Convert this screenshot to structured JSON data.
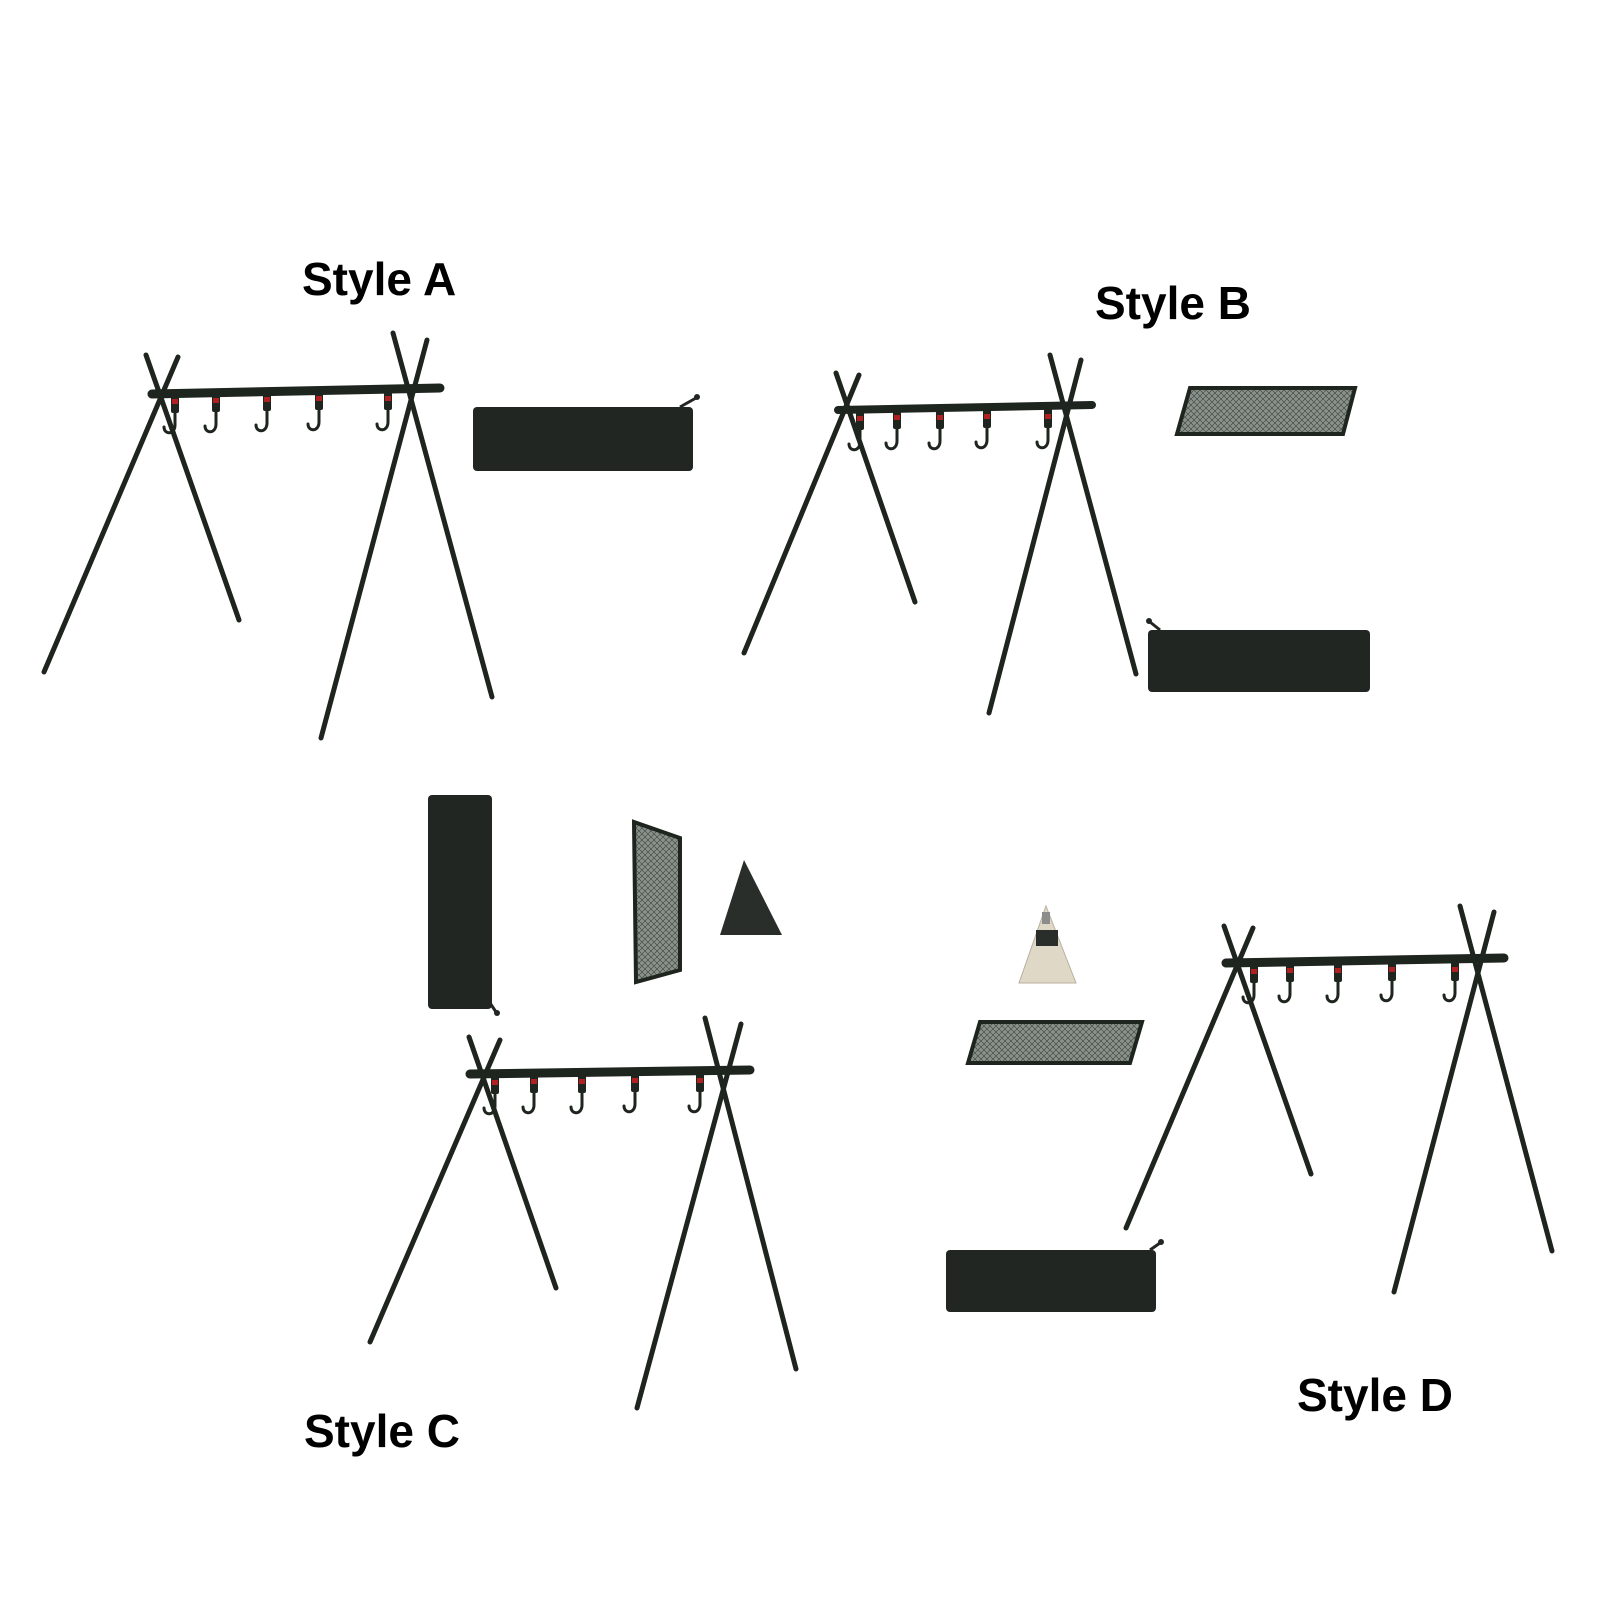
{
  "styles": [
    {
      "id": "a",
      "label": "Style A"
    },
    {
      "id": "b",
      "label": "Style B"
    },
    {
      "id": "c",
      "label": "Style C"
    },
    {
      "id": "d",
      "label": "Style D"
    }
  ],
  "colors": {
    "background": "#ffffff",
    "frame": "#1e241e",
    "bag": "#222622",
    "mesh": "#5e655e",
    "canvas_bag": "#e0d8c6"
  }
}
